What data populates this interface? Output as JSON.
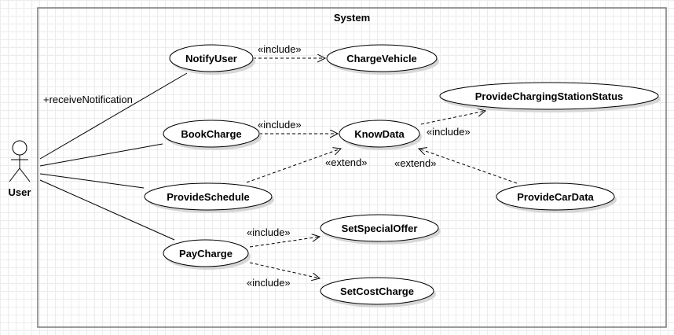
{
  "system": {
    "title": "System"
  },
  "actor": {
    "name": "User"
  },
  "use_cases": {
    "notify_user": "NotifyUser",
    "charge_vehicle": "ChargeVehicle",
    "provide_charging_station_status": "ProvideChargingStationStatus",
    "book_charge": "BookCharge",
    "know_data": "KnowData",
    "provide_schedule": "ProvideSchedule",
    "provide_car_data": "ProvideCarData",
    "set_special_offer": "SetSpecialOffer",
    "pay_charge": "PayCharge",
    "set_cost_charge": "SetCostCharge"
  },
  "labels": {
    "receive_notification": "+receiveNotification",
    "include_notify_charge": "«include»",
    "include_book_know": "«include»",
    "include_know_status": "«include»",
    "extend_schedule_know": "«extend»",
    "extend_car_know": "«extend»",
    "include_pay_offer": "«include»",
    "include_pay_cost": "«include»"
  }
}
